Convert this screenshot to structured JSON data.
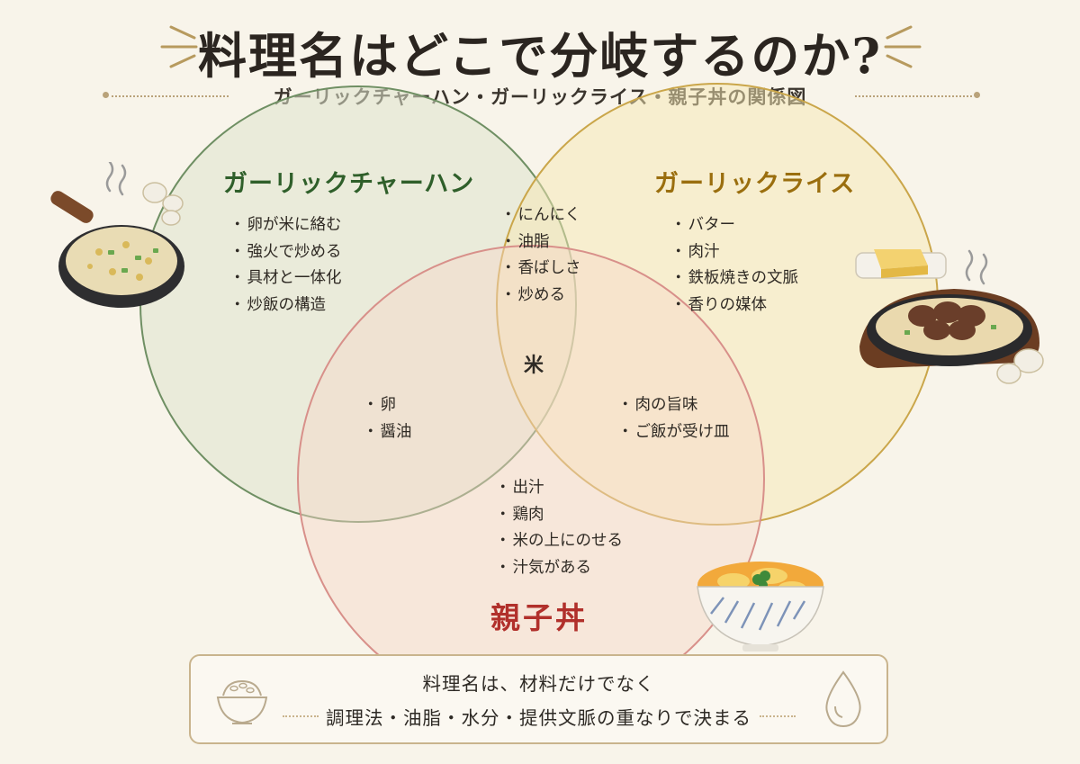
{
  "header": {
    "title": "料理名はどこで分岐するのか?",
    "subtitle": "ガーリックチャーハン・ガーリックライス・親子丼の関係図"
  },
  "diagram": {
    "sets": [
      {
        "name": "ガーリックチャーハン",
        "color": "#2f5f2a",
        "items": [
          "卵が米に絡む",
          "強火で炒める",
          "具材と一体化",
          "炒飯の構造"
        ]
      },
      {
        "name": "ガーリックライス",
        "color": "#9a6e0e",
        "items": [
          "バター",
          "肉汁",
          "鉄板焼きの文脈",
          "香りの媒体"
        ]
      },
      {
        "name": "親子丼",
        "color": "#b1302b",
        "items": [
          "出汁",
          "鶏肉",
          "米の上にのせる",
          "汁気がある"
        ]
      }
    ],
    "overlaps": {
      "chahan_rice": [
        "にんにく",
        "油脂",
        "香ばしさ",
        "炒める"
      ],
      "chahan_oyako": [
        "卵",
        "醤油"
      ],
      "rice_oyako": [
        "肉の旨味",
        "ご飯が受け皿"
      ],
      "all": "米"
    }
  },
  "footer": {
    "line1": "料理名は、材料だけでなく",
    "line2": "調理法・油脂・水分・提供文脈の重なりで決まる"
  },
  "icons": {
    "left_food": "fried-rice-pan-icon",
    "right_food": "garlic-steak-sizzling-plate-icon",
    "bottom_food": "oyakodon-bowl-icon",
    "butter": "butter-dish-icon",
    "garlic": "garlic-bulb-icon",
    "footer_left": "rice-bowl-icon",
    "footer_right": "water-drop-icon"
  }
}
